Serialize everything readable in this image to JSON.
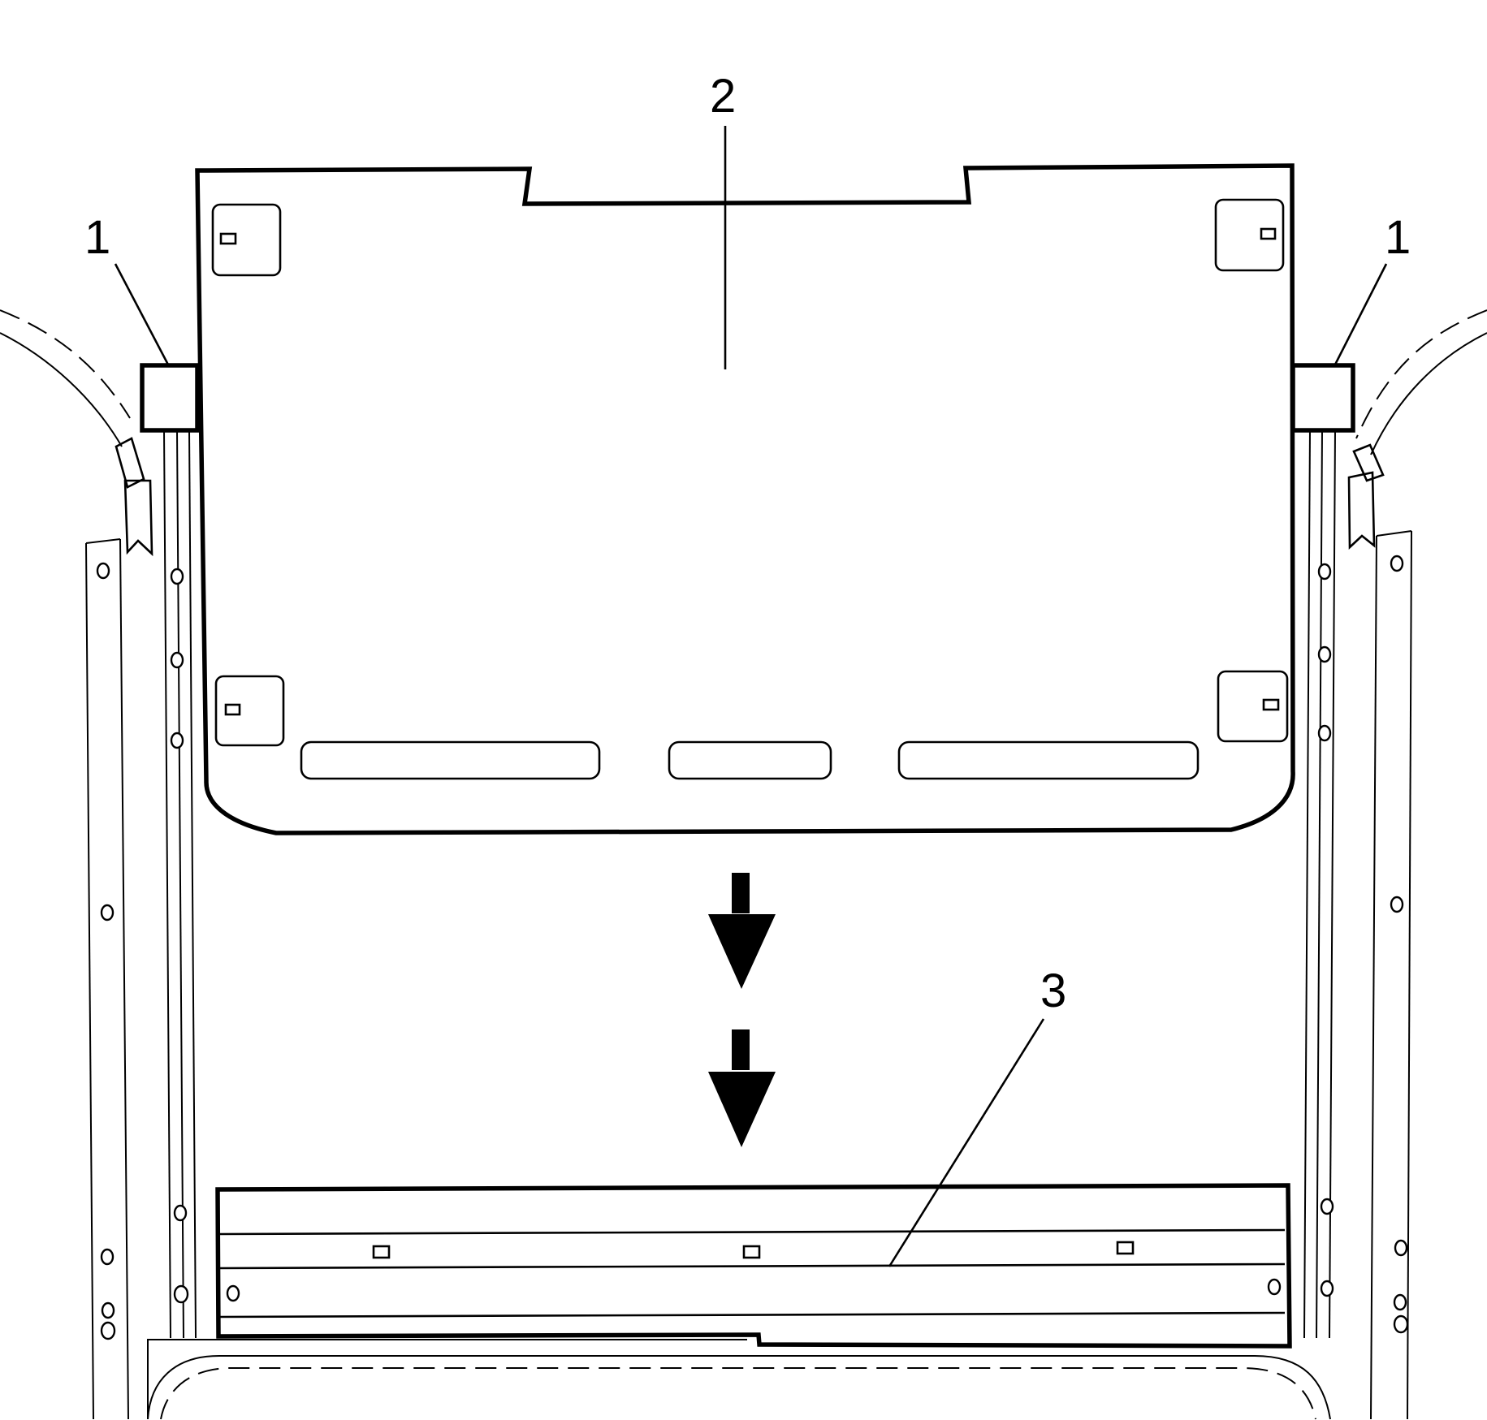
{
  "callouts": {
    "left_clip": "1",
    "right_clip": "1",
    "panel": "2",
    "rail": "3"
  }
}
